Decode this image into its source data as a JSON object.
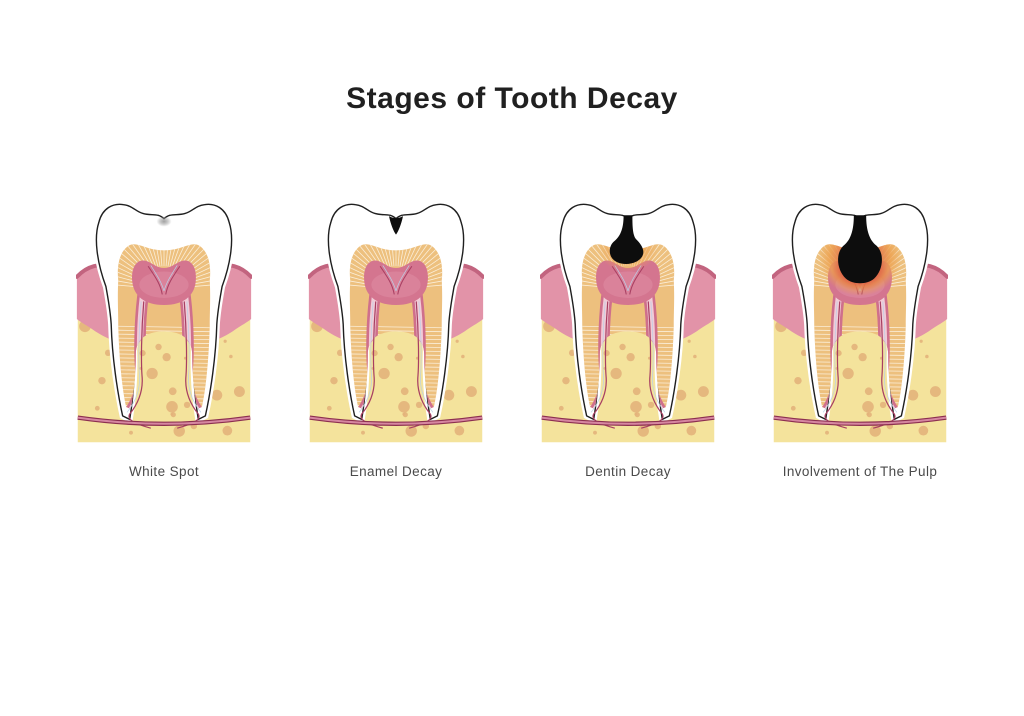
{
  "title": "Stages of Tooth Decay",
  "stages": [
    {
      "id": "white-spot",
      "label": "White Spot"
    },
    {
      "id": "enamel-decay",
      "label": "Enamel Decay"
    },
    {
      "id": "dentin-decay",
      "label": "Dentin Decay"
    },
    {
      "id": "pulp-involvement",
      "label": "Involvement of The Pulp"
    }
  ],
  "colors": {
    "enamel": "#ffffff",
    "outline": "#1f1f1f",
    "dentin": "#edc07e",
    "dentin_lines": "#fdf6e8",
    "pulp": "#d4758f",
    "pulp_light": "#dd8aa1",
    "canal_wall": "#cf6f8c",
    "canal_inner": "#f2cbd6",
    "vessel_dark": "#8c2f50",
    "vessel_light": "#d687a0",
    "vessel_red": "#a83f62",
    "vessel_blue": "#b9cfe8",
    "gum": "#e293a8",
    "gum_dark": "#c2647f",
    "bone": "#f4e39c",
    "bone_dots": "#e3b37b",
    "spot_gray": "#9c9c9c",
    "cavity": "#0d0d0d",
    "decay_orange": "#eda14f",
    "decay_red_mid": "#e06a4a",
    "decay_red": "#d83a33",
    "title_color": "#202020",
    "label_color": "#4a4a4a"
  }
}
